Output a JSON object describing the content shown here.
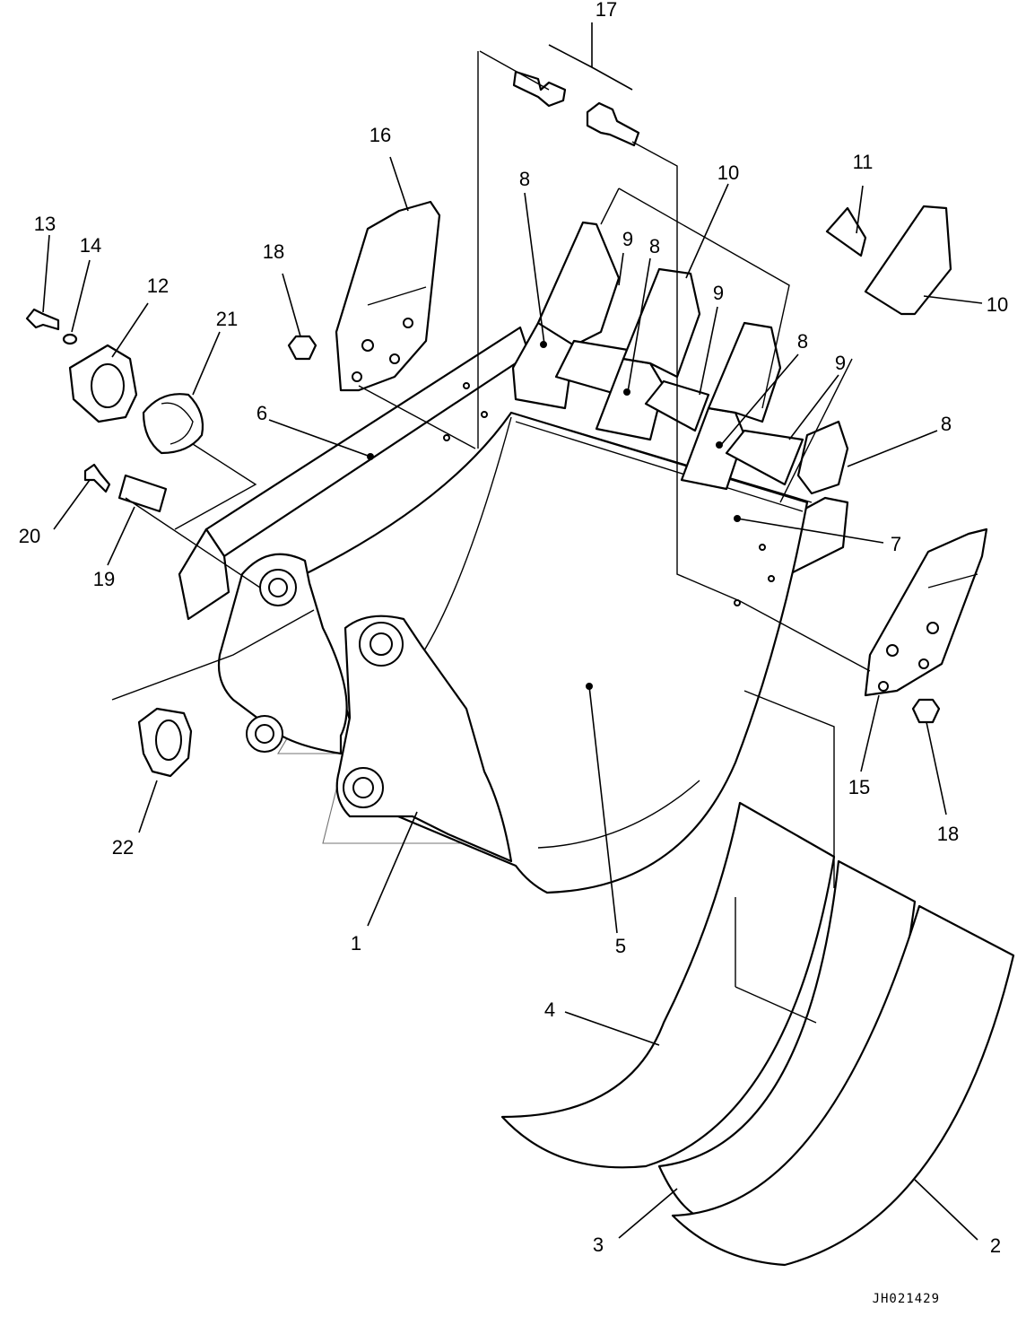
{
  "drawing_code": "JH021429",
  "callouts": [
    {
      "id": "c1",
      "text": "1"
    },
    {
      "id": "c2",
      "text": "2"
    },
    {
      "id": "c3",
      "text": "3"
    },
    {
      "id": "c4",
      "text": "4"
    },
    {
      "id": "c5",
      "text": "5"
    },
    {
      "id": "c6",
      "text": "6"
    },
    {
      "id": "c7",
      "text": "7"
    },
    {
      "id": "c8a",
      "text": "8"
    },
    {
      "id": "c8b",
      "text": "8"
    },
    {
      "id": "c8c",
      "text": "8"
    },
    {
      "id": "c8d",
      "text": "8"
    },
    {
      "id": "c9a",
      "text": "9"
    },
    {
      "id": "c9b",
      "text": "9"
    },
    {
      "id": "c9c",
      "text": "9"
    },
    {
      "id": "c10a",
      "text": "10"
    },
    {
      "id": "c10b",
      "text": "10"
    },
    {
      "id": "c11",
      "text": "11"
    },
    {
      "id": "c12",
      "text": "12"
    },
    {
      "id": "c13",
      "text": "13"
    },
    {
      "id": "c14",
      "text": "14"
    },
    {
      "id": "c15",
      "text": "15"
    },
    {
      "id": "c16",
      "text": "16"
    },
    {
      "id": "c17",
      "text": "17"
    },
    {
      "id": "c18a",
      "text": "18"
    },
    {
      "id": "c18b",
      "text": "18"
    },
    {
      "id": "c19",
      "text": "19"
    },
    {
      "id": "c20",
      "text": "20"
    },
    {
      "id": "c21",
      "text": "21"
    },
    {
      "id": "c22",
      "text": "22"
    }
  ]
}
